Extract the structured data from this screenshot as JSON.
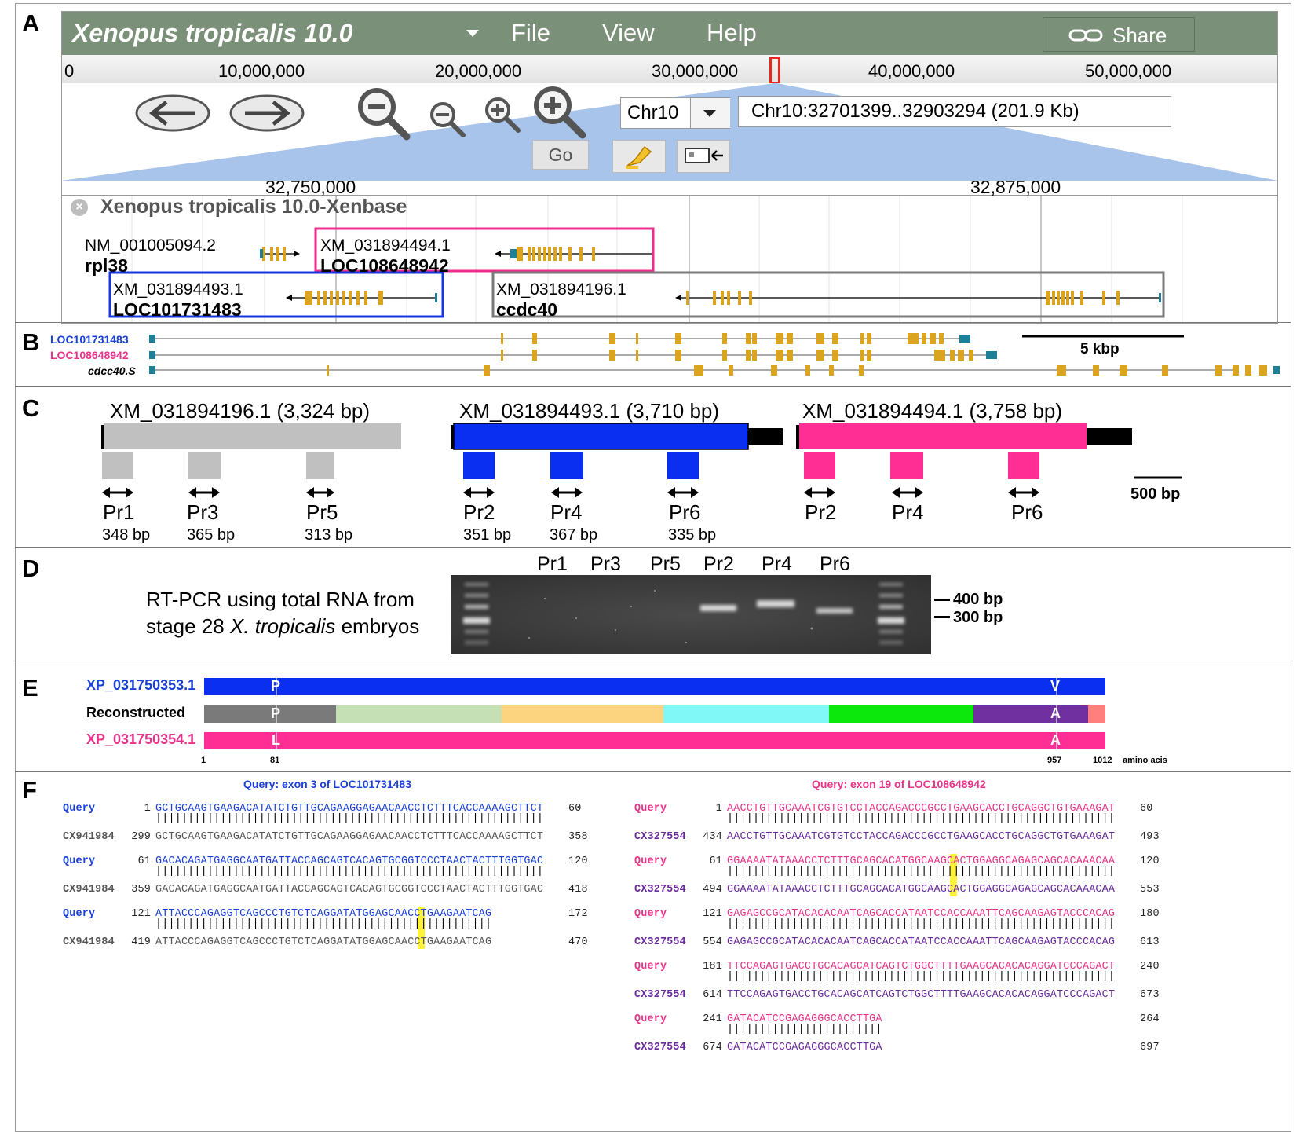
{
  "panels": {
    "a": "A",
    "b": "B",
    "c": "C",
    "d": "D",
    "e": "E",
    "f": "F"
  },
  "browser": {
    "title": "Xenopus tropicalis 10.0",
    "menu": [
      "File",
      "View",
      "Help"
    ],
    "share": "Share",
    "ruler_ticks": [
      "0",
      "10,000,000",
      "20,000,000",
      "30,000,000",
      "40,000,000",
      "50,000,000"
    ],
    "chrom": "Chr10",
    "location": "Chr10:32701399..32903294 (201.9 Kb)",
    "go": "Go",
    "zoom_ticks": [
      "32,750,000",
      "32,875,000"
    ],
    "track_name": "Xenopus tropicalis 10.0-Xenbase",
    "genes": [
      {
        "acc": "NM_001005094.2",
        "name": "rpl38"
      },
      {
        "acc": "XM_031894494.1",
        "name": "LOC108648942"
      },
      {
        "acc": "XM_031894493.1",
        "name": "LOC101731483"
      },
      {
        "acc": "XM_031894196.1",
        "name": "ccdc40"
      }
    ]
  },
  "panel_b": {
    "tracks": [
      "LOC101731483",
      "LOC108648942",
      "cdcc40.S"
    ],
    "scale": "5 kbp",
    "colors": {
      "loc1": "#1a3fd6",
      "loc2": "#e8338a",
      "exon": "#d9a520",
      "utr": "#1e7f98"
    }
  },
  "panel_c": {
    "transcripts": [
      {
        "title": "XM_031894196.1 (3,324 bp)",
        "primers": [
          "Pr1",
          "Pr3",
          "Pr5"
        ],
        "sizes": [
          "348 bp",
          "365 bp",
          "313 bp"
        ],
        "color": "#c0c0c0"
      },
      {
        "title": "XM_031894493.1 (3,710 bp)",
        "primers": [
          "Pr2",
          "Pr4",
          "Pr6"
        ],
        "sizes": [
          "351 bp",
          "367 bp",
          "335 bp"
        ],
        "color": "#0a2ff0"
      },
      {
        "title": "XM_031894494.1 (3,758 bp)",
        "primers": [
          "Pr2",
          "Pr4",
          "Pr6"
        ],
        "sizes": [],
        "color": "#ff2e94"
      }
    ],
    "scale": "500 bp"
  },
  "panel_d": {
    "desc_line1": "RT-PCR using total RNA from",
    "desc_line2_pre": "stage 28 ",
    "desc_line2_it": "X. tropicalis",
    "desc_line2_post": " embryos",
    "lanes": [
      "Pr1",
      "Pr3",
      "Pr5",
      "Pr2",
      "Pr4",
      "Pr6"
    ],
    "markers": [
      "400 bp",
      "300 bp"
    ]
  },
  "panel_e": {
    "rows": [
      "XP_031750353.1",
      "Reconstructed",
      "XP_031750354.1"
    ],
    "residues": {
      "top": [
        "P",
        "V"
      ],
      "mid": [
        "P",
        "A"
      ],
      "bot": [
        "L",
        "A"
      ]
    },
    "axis": [
      "1",
      "81",
      "957",
      "1012"
    ],
    "axis_unit": "amino acis",
    "segment_colors": [
      "#7a7a7a",
      "#c5e0b4",
      "#fcd37f",
      "#7ff8f7",
      "#0ce80c",
      "#7030a0",
      "#ff7f7f"
    ]
  },
  "panel_f": {
    "left_title": "Query: exon 3 of LOC101731483",
    "right_title": "Query: exon 19 of LOC108648942",
    "left_blocks": [
      {
        "q_label": "Query",
        "q_start": "1",
        "q_seq": "GCTGCAAGTGAAGACATATCTGTTGCAGAAGGAGAACAACCTCTTTCACCAAAAGCTTCT",
        "q_end": "60",
        "bars": "||||||||||||||||||||||||||||||||||||||||||||||||||||||||||||",
        "s_label": "CX941984",
        "s_start": "299",
        "s_seq": "GCTGCAAGTGAAGACATATCTGTTGCAGAAGGAGAACAACCTCTTTCACCAAAAGCTTCT",
        "s_end": "358"
      },
      {
        "q_label": "Query",
        "q_start": "61",
        "q_seq": "GACACAGATGAGGCAATGATTACCAGCAGTCACAGTGCGGTCCCTAACTACTTTGGTGAC",
        "q_end": "120",
        "bars": "||||||||||||||||||||||||||||||||||||||||||||||||||||||||||||",
        "s_label": "CX941984",
        "s_start": "359",
        "s_seq": "GACACAGATGAGGCAATGATTACCAGCAGTCACAGTGCGGTCCCTAACTACTTTGGTGAC",
        "s_end": "418"
      },
      {
        "q_label": "Query",
        "q_start": "121",
        "q_seq": "ATTACCCAGAGGTCAGCCCTGTCTCAGGATATGGAGCAACCTGAAGAATCAG",
        "q_end": "172",
        "bars": "||||||||||||||||||||||||||||||||||||||||||||||||||||",
        "s_label": "CX941984",
        "s_start": "419",
        "s_seq": "ATTACCCAGAGGTCAGCCCTGTCTCAGGATATGGAGCAACCTGAAGAATCAG",
        "s_end": "470"
      }
    ],
    "right_blocks": [
      {
        "q_label": "Query",
        "q_start": "1",
        "q_seq": "AACCTGTTGCAAATCGTGTCCTACCAGACCCGCCTGAAGCACCTGCAGGCTGTGAAAGAT",
        "q_end": "60",
        "bars": "||||||||||||||||||||||||||||||||||||||||||||||||||||||||||||",
        "s_label": "CX327554",
        "s_start": "434",
        "s_seq": "AACCTGTTGCAAATCGTGTCCTACCAGACCCGCCTGAAGCACCTGCAGGCTGTGAAAGAT",
        "s_end": "493"
      },
      {
        "q_label": "Query",
        "q_start": "61",
        "q_seq": "GGAAAATATAAACCTCTTTGCAGCACATGGCAAGCACTGGAGGCAGAGCAGCACAAACAA",
        "q_end": "120",
        "bars": "||||||||||||||||||||||||||||||||||||||||||||||||||||||||||||",
        "s_label": "CX327554",
        "s_start": "494",
        "s_seq": "GGAAAATATAAACCTCTTTGCAGCACATGGCAAGCACTGGAGGCAGAGCAGCACAAACAA",
        "s_end": "553"
      },
      {
        "q_label": "Query",
        "q_start": "121",
        "q_seq": "GAGAGCCGCATACACACAATCAGCACCATAATCCACCAAATTCAGCAAGAGTACCCACAG",
        "q_end": "180",
        "bars": "||||||||||||||||||||||||||||||||||||||||||||||||||||||||||||",
        "s_label": "CX327554",
        "s_start": "554",
        "s_seq": "GAGAGCCGCATACACACAATCAGCACCATAATCCACCAAATTCAGCAAGAGTACCCACAG",
        "s_end": "613"
      },
      {
        "q_label": "Query",
        "q_start": "181",
        "q_seq": "TTCCAGAGTGACCTGCACAGCATCAGTCTGGCTTTTGAAGCACACACAGGATCCCAGACT",
        "q_end": "240",
        "bars": "||||||||||||||||||||||||||||||||||||||||||||||||||||||||||||",
        "s_label": "CX327554",
        "s_start": "614",
        "s_seq": "TTCCAGAGTGACCTGCACAGCATCAGTCTGGCTTTTGAAGCACACACAGGATCCCAGACT",
        "s_end": "673"
      },
      {
        "q_label": "Query",
        "q_start": "241",
        "q_seq": "GATACATCCGAGAGGGCACCTTGA",
        "q_end": "264",
        "bars": "||||||||||||||||||||||||",
        "s_label": "CX327554",
        "s_start": "674",
        "s_seq": "GATACATCCGAGAGGGCACCTTGA",
        "s_end": "697"
      }
    ]
  }
}
